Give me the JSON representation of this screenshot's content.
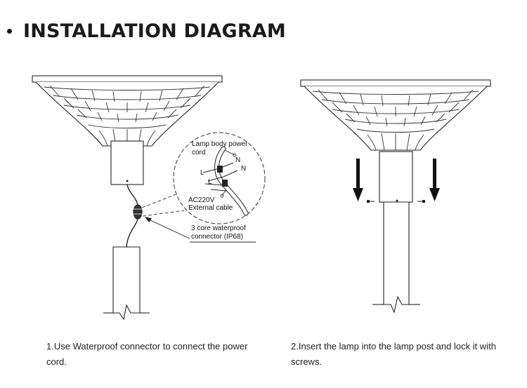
{
  "title": "INSTALLATION DIAGRAM",
  "callout": {
    "lamp_body_line1": "Lamp body power",
    "lamp_body_line2": "cord",
    "n_top": "N",
    "n_right": "N",
    "l_left": "L",
    "l_bottom": "L",
    "ac_line1": "AC220V",
    "ac_line2": "External cable",
    "connector_line1": "3 core waterproof",
    "connector_line2": "connector (IP68)"
  },
  "captions": {
    "step1": "1.Use Waterproof connector to connect the power cord.",
    "step2": "2.Insert the lamp into the lamp post and lock it with screws."
  }
}
